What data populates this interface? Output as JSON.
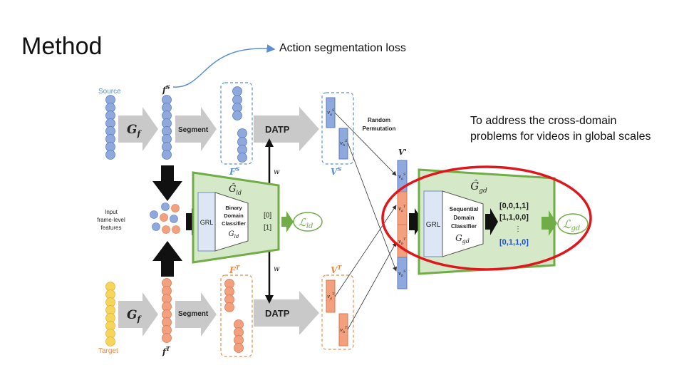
{
  "slide": {
    "title": "Method",
    "caption_loss": "Action segmentation loss",
    "caption_global_line1": "To address the cross-domain",
    "caption_global_line2": "problems for videos in global scales"
  },
  "diagram": {
    "source_label": "Source",
    "target_label": "Target",
    "input_label_line1": "Input",
    "input_label_line2": "frame-level",
    "input_label_line3": "features",
    "gf_label": "G",
    "gf_sub": "f",
    "segment_label": "Segment",
    "datp_label": "DATP",
    "fs_label": "f",
    "fs_sup": "S",
    "ft_label": "f",
    "ft_sup": "T",
    "FS_label": "F",
    "FS_sup": "S",
    "FT_label": "F",
    "FT_sup": "T",
    "VS_label": "V",
    "VS_sup": "S",
    "VT_label": "V",
    "VT_sup": "T",
    "Vprime_label": "V'",
    "w_label": "w",
    "random_perm_line1": "Random",
    "random_perm_line2": "Permutation",
    "grl_label": "GRL",
    "ld_hat_label": "Ĝ",
    "ld_hat_sub": "ld",
    "binary_line1": "Binary",
    "binary_line2": "Domain",
    "binary_line3": "Classifier",
    "gld_label": "G",
    "gld_sub": "ld",
    "ld_out_0": "[0]",
    "ld_out_1": "[1]",
    "loss_ld": "ℒ",
    "loss_ld_sub": "ld",
    "gd_hat_label": "Ĝ",
    "gd_hat_sub": "gd",
    "seq_line1": "Sequential",
    "seq_line2": "Domain",
    "seq_line3": "Classifier",
    "ggd_label": "G",
    "ggd_sub": "gd",
    "gd_out_0": "[0,0,1,1]",
    "gd_out_1": "[1,1,0,0]",
    "gd_out_dots": "⋮",
    "gd_out_2": "[0,1,1,0]",
    "loss_gd": "ℒ",
    "loss_gd_sub": "gd",
    "va_label": "v",
    "vb_label": "v"
  },
  "colors": {
    "source_blue": "#8fa9dd",
    "target_orange": "#f3a07e",
    "target_yellow": "#f6d65a",
    "classifier_green": "#d5e8c7",
    "classifier_border": "#70ad47",
    "arrow_gray": "#bfbfbf",
    "highlight_red": "#e0161b",
    "source_text": "#5b8fd1",
    "target_text": "#e88a4a",
    "blue_text": "#1f4fd0"
  }
}
